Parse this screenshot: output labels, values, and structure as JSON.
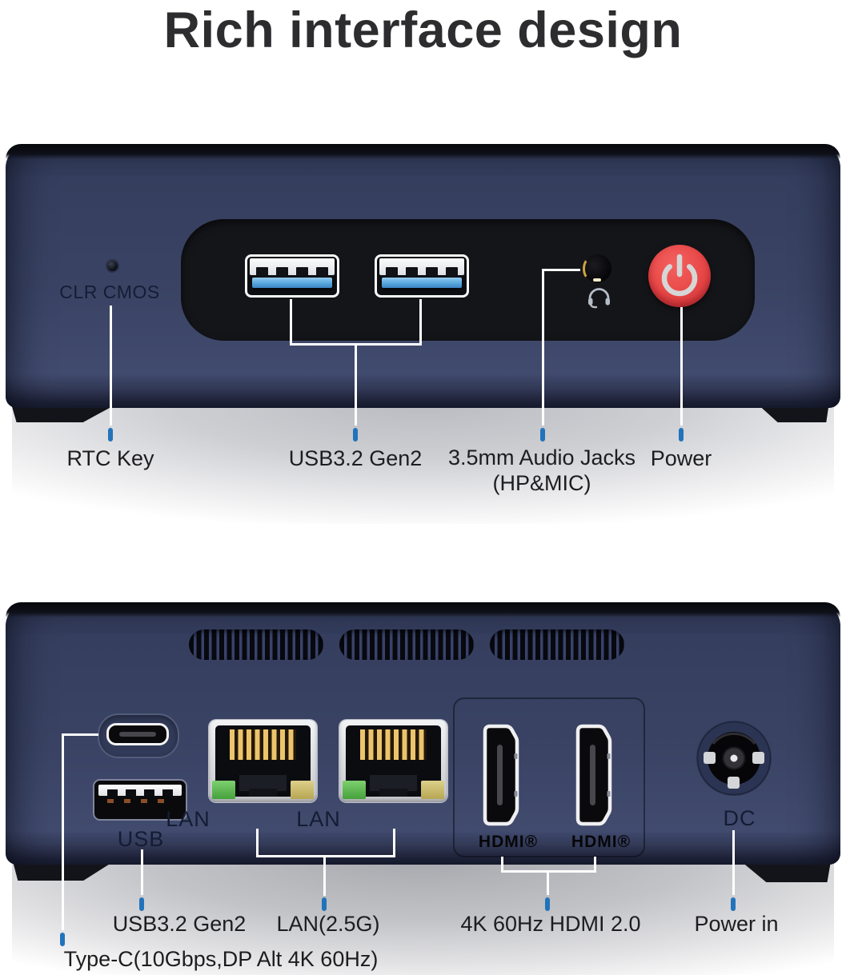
{
  "title": "Rich interface design",
  "colors": {
    "accent_blue": "#2273bb",
    "body_navy": "#3a4365",
    "panel_black": "#141519",
    "power_red": "#e84646",
    "usb_blue": "#58a7dd",
    "pin_gold": "#ecc46d",
    "led_green": "#56b54e",
    "led_amber": "#c4b264"
  },
  "front_view": {
    "clr_cmos_label": "CLR CMOS",
    "callouts": {
      "rtc": "RTC Key",
      "usb": "USB3.2 Gen2",
      "audio_line1": "3.5mm Audio Jacks",
      "audio_line2": "(HP&MIC)",
      "power": "Power"
    }
  },
  "back_view": {
    "port_labels": {
      "usb": "USB",
      "lan": "LAN",
      "hdmi": "HDMI®",
      "dc": "DC"
    },
    "callouts": {
      "usb": "USB3.2 Gen2",
      "lan": "LAN(2.5G)",
      "hdmi": "4K 60Hz HDMI 2.0",
      "power_in": "Power in",
      "type_c": "Type-C(10Gbps,DP Alt 4K 60Hz)"
    }
  }
}
